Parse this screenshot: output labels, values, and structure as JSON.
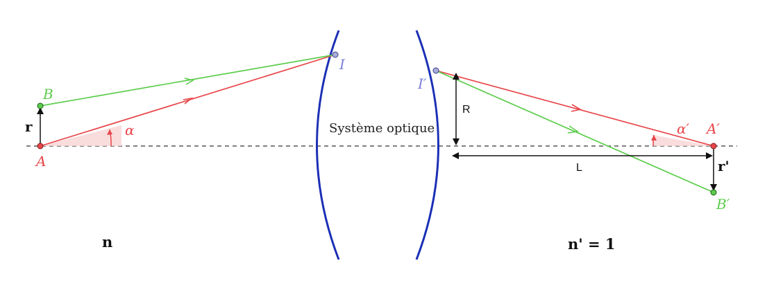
{
  "labels": {
    "A": "A",
    "B": "B",
    "I": "I",
    "I_prime": "I′",
    "A_prime": "A′",
    "B_prime": "B′",
    "r": "r",
    "r_prime": "r'",
    "alpha": "α",
    "alpha_prime": "α′",
    "R": "R",
    "L": "L",
    "system": "Système optique",
    "n": "n",
    "n_prime": "n' = 1"
  },
  "colors": {
    "red_ray": "#e8464a",
    "green_ray": "#5ccc4c",
    "lens": "#1b2fb5",
    "axis": "#333333",
    "point_label_red": "#e8464a",
    "point_label_green": "#5ccc4c",
    "point_label_blue": "#7a7fd6",
    "angle_fill": "#f8d7d7",
    "text": "#111111"
  }
}
